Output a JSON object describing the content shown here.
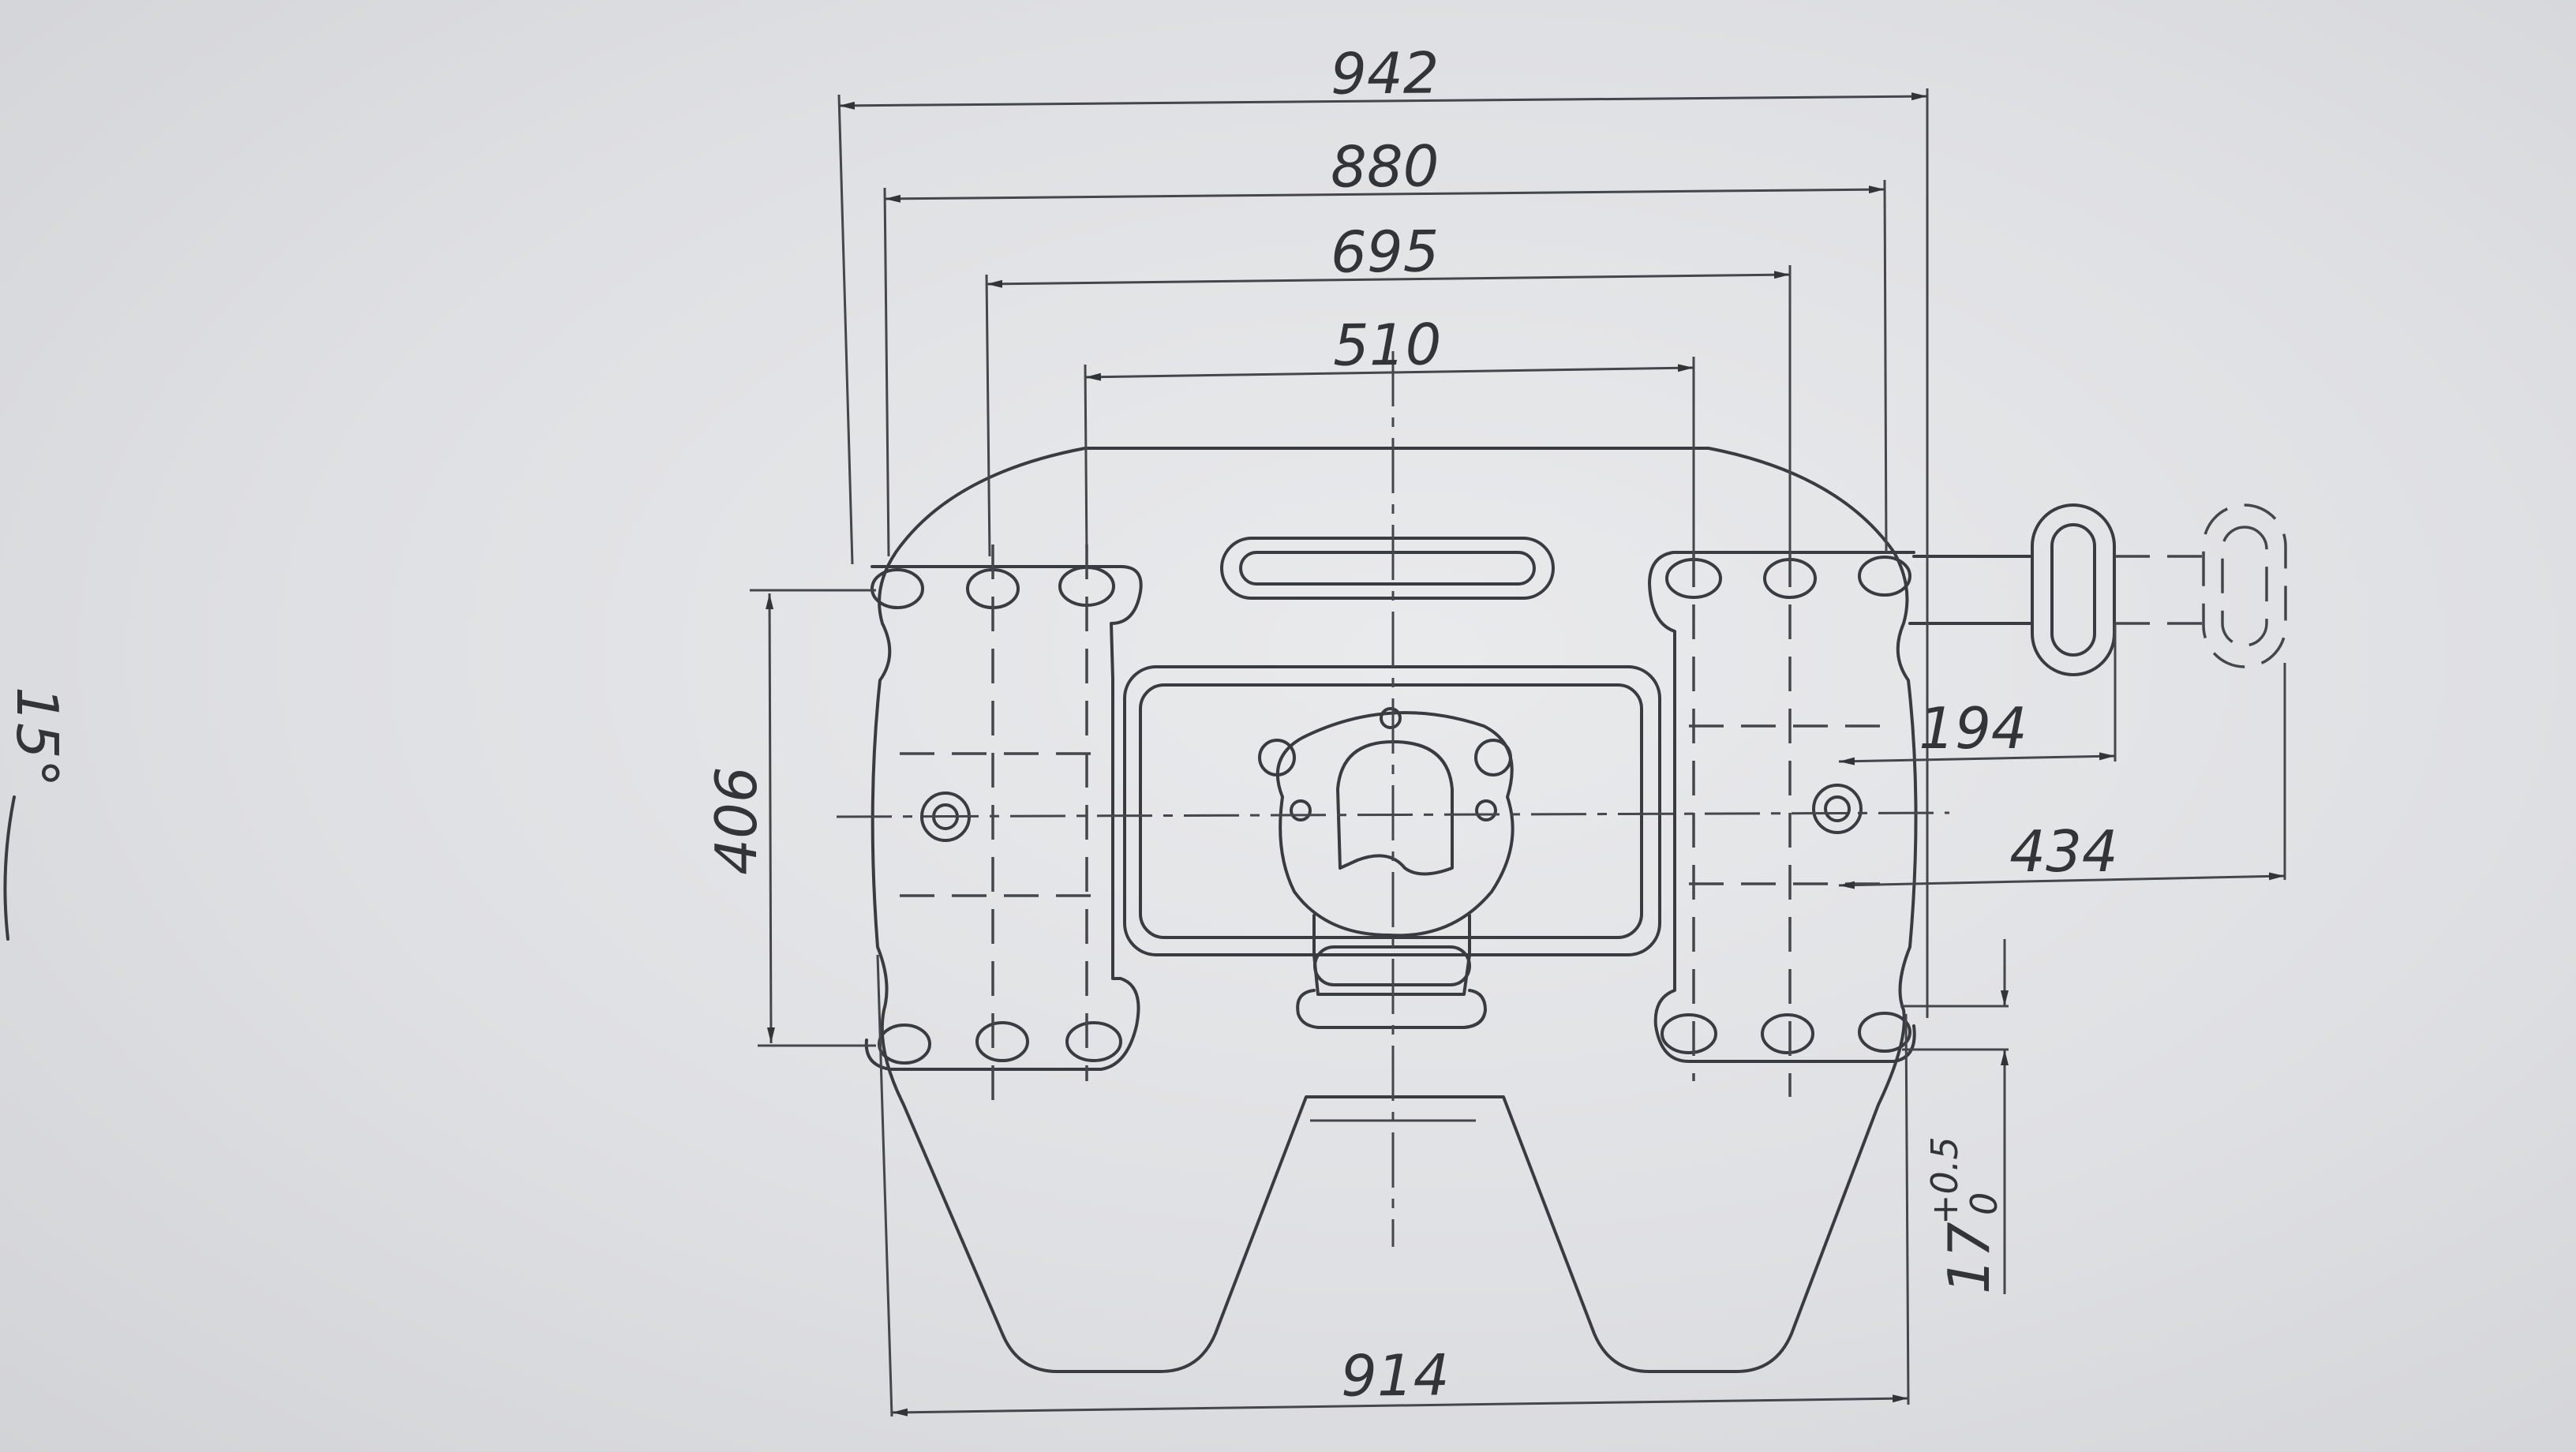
{
  "dimensions": {
    "d942": "942",
    "d880": "880",
    "d695": "695",
    "d510": "510",
    "d406": "406",
    "d194": "194",
    "d434": "434",
    "d914": "914",
    "tol_base": "17",
    "tol_upper": "+0.5",
    "tol_lower": "0"
  },
  "angle_label": "15°",
  "colors": {
    "paper": "#e4e5e8",
    "ink": "#3a3b40"
  }
}
